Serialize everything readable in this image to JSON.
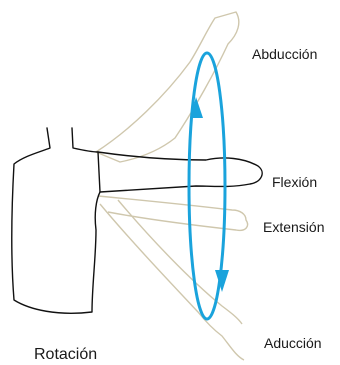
{
  "labels": {
    "abduccion": "Abducción",
    "flexion": "Flexión",
    "extension": "Extensión",
    "aduccion": "Aducción",
    "rotacion": "Rotación"
  },
  "colors": {
    "body_outline": "#111111",
    "ghost_arm": "#cfc7ad",
    "rotation_arrow": "#1aa3dc",
    "text": "#1a1a1a",
    "background": "#ffffff"
  },
  "icons": {
    "rotation": "rotation-ellipse-arrows-icon"
  }
}
